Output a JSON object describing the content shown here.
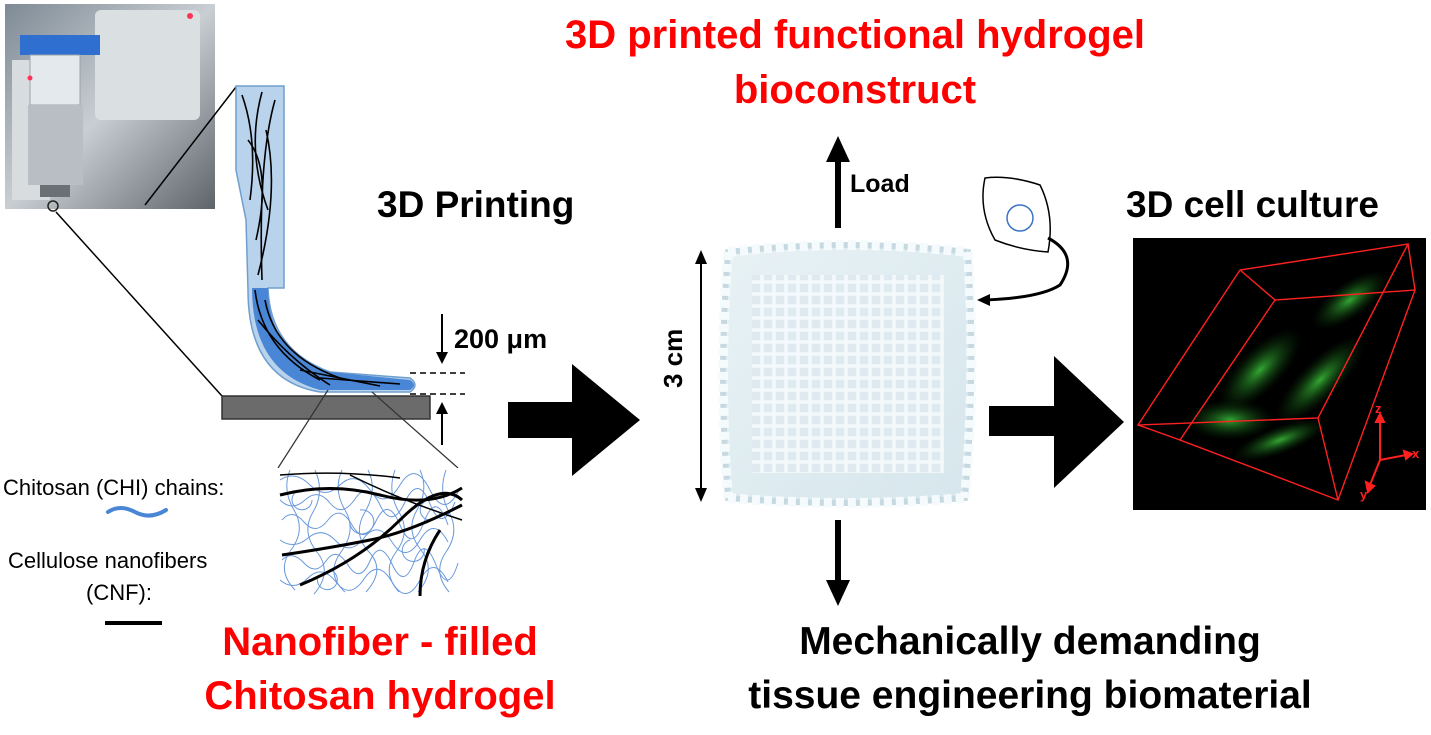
{
  "top_title": {
    "line1": "3D printed functional hydrogel",
    "line2": "bioconstruct"
  },
  "printing_label": "3D Printing",
  "layer_height": "200 μm",
  "load_label": "Load",
  "size_label": "3 cm",
  "culture_label": "3D cell culture",
  "legend": {
    "chitosan": "Chitosan (CHI) chains:",
    "cnf_line1": "Cellulose nanofibers",
    "cnf_line2": "(CNF):"
  },
  "bottom_left_title": {
    "line1": "Nanofiber - filled",
    "line2": "Chitosan hydrogel"
  },
  "bottom_right_title": {
    "line1": "Mechanically demanding",
    "line2": "tissue engineering biomaterial"
  },
  "axes": {
    "z": "z",
    "x": "x",
    "y": "y"
  },
  "colors": {
    "accent_red": "#ff0000",
    "chitosan_blue": "#4a86d6",
    "gel_white": "#e3eef2",
    "confocal_green": "#2fa82f"
  }
}
